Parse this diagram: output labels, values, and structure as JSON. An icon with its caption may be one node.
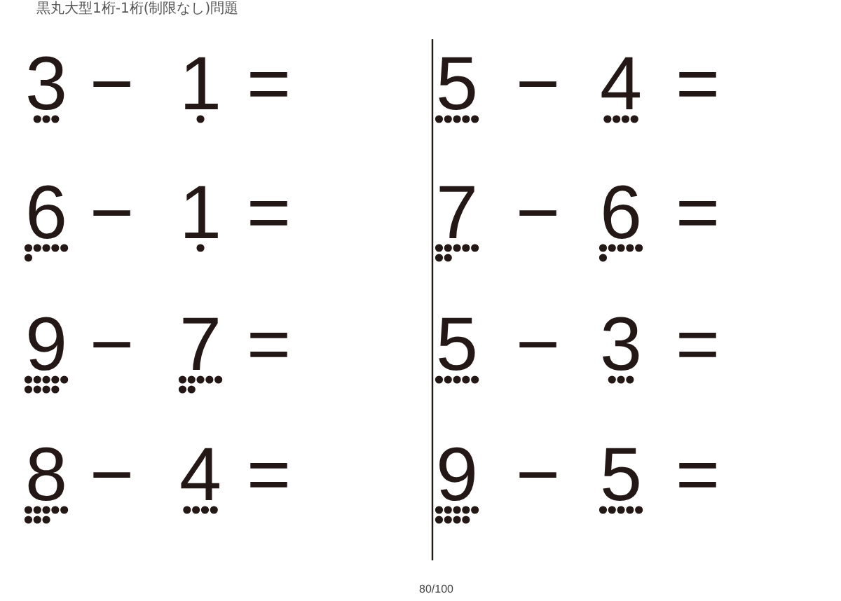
{
  "diagram": {
    "title": "黒丸大型1桁-1桁(制限なし)問題",
    "labels": [
      "3",
      "−",
      "1",
      "=",
      "5",
      "−",
      "4",
      "=",
      "6",
      "−",
      "1",
      "=",
      "7",
      "−",
      "6",
      "=",
      "9",
      "−",
      "7",
      "=",
      "5",
      "−",
      "3",
      "=",
      "8",
      "−",
      "4",
      "=",
      "9",
      "−",
      "5",
      "=",
      "80/100"
    ]
  }
}
